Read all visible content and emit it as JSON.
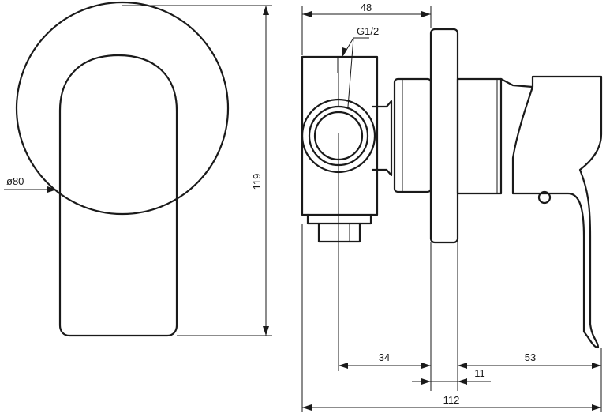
{
  "dimensions": {
    "diameter": "ø80",
    "height": "119",
    "depth_body": "48",
    "thread": "G1/2",
    "offset_body": "34",
    "offset_handle": "53",
    "plate_thickness": "11",
    "total_depth": "112"
  }
}
